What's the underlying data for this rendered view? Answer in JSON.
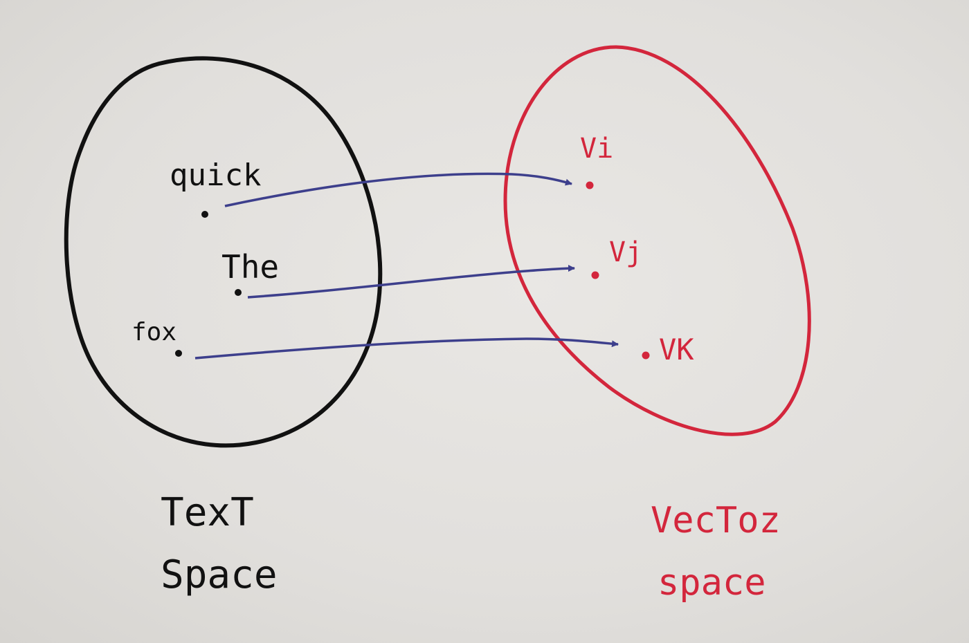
{
  "colors": {
    "paper": "#e4e2df",
    "text_space": "#111111",
    "vector_space": "#d3263c",
    "arrows": "#3d3f8c"
  },
  "text_space": {
    "words": [
      "quick",
      "The",
      "fox"
    ],
    "caption_line1": "TexT",
    "caption_line2": "Space"
  },
  "vector_space": {
    "vectors": [
      "Vi",
      "Vj",
      "VK"
    ],
    "caption_line1": "VecToz",
    "caption_line2": "space"
  }
}
